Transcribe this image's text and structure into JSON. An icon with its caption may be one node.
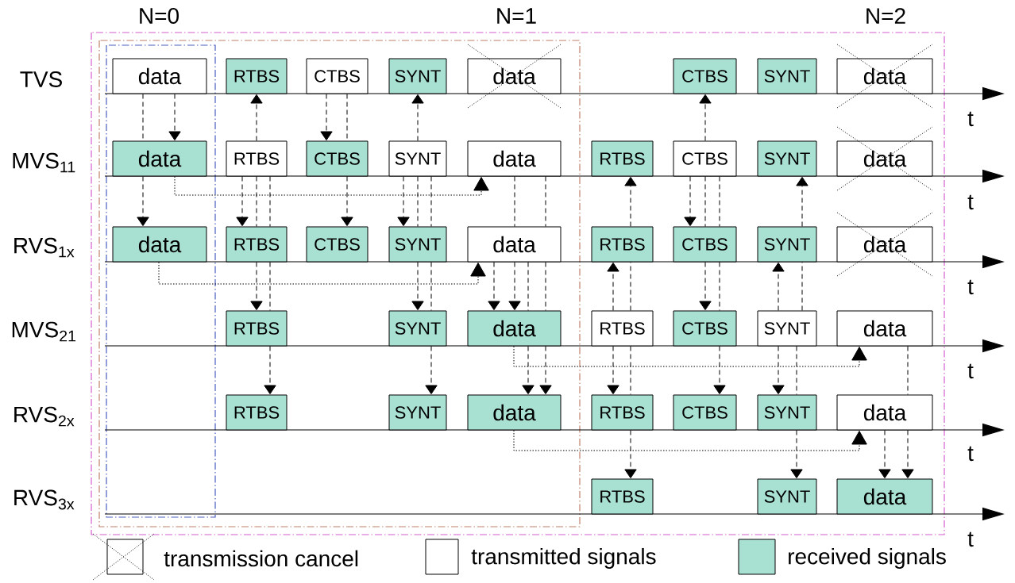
{
  "diagram": {
    "nodes": [
      {
        "text": [
          "data"
        ]
      },
      {
        "text": [
          "RTBS"
        ]
      },
      {
        "text": [
          "CTBS"
        ]
      },
      {
        "text": [
          "SYNT"
        ]
      },
      {
        "text": [
          "data"
        ]
      },
      {
        "text": [
          "CTBS"
        ]
      },
      {
        "text": [
          "SYNT"
        ]
      },
      {
        "text": [
          "data"
        ]
      },
      {
        "text": [
          "data"
        ]
      },
      {
        "text": [
          "RTBS"
        ]
      },
      {
        "text": [
          "CTBS"
        ]
      },
      {
        "text": [
          "SYNT"
        ]
      },
      {
        "text": [
          "data"
        ]
      },
      {
        "text": [
          "RTBS"
        ]
      },
      {
        "text": [
          "CTBS"
        ]
      },
      {
        "text": [
          "SYNT"
        ]
      },
      {
        "text": [
          "data"
        ]
      },
      {
        "text": [
          "data"
        ]
      },
      {
        "text": [
          "RTBS"
        ]
      },
      {
        "text": [
          "CTBS"
        ]
      },
      {
        "text": [
          "SYNT"
        ]
      },
      {
        "text": [
          "data"
        ]
      },
      {
        "text": [
          "RTBS"
        ]
      },
      {
        "text": [
          "CTBS"
        ]
      },
      {
        "text": [
          "SYNT"
        ]
      },
      {
        "text": [
          "data"
        ]
      },
      {
        "text": [
          "RTBS"
        ]
      },
      {
        "text": [
          "SYNT"
        ]
      },
      {
        "text": [
          "data"
        ]
      },
      {
        "text": [
          "RTBS"
        ]
      },
      {
        "text": [
          "CTBS"
        ]
      },
      {
        "text": [
          "SYNT"
        ]
      },
      {
        "text": [
          "data"
        ]
      },
      {
        "text": [
          "RTBS"
        ]
      },
      {
        "text": [
          "SYNT"
        ]
      },
      {
        "text": [
          "data"
        ]
      },
      {
        "text": [
          "RTBS"
        ]
      },
      {
        "text": [
          "CTBS"
        ]
      },
      {
        "text": [
          "SYNT"
        ]
      },
      {
        "text": [
          "data"
        ]
      },
      {
        "text": [
          "RTBS"
        ]
      },
      {
        "text": [
          "SYNT"
        ]
      },
      {
        "text": [
          "data"
        ]
      }
    ],
    "edges": [
      {
        "from": 0,
        "to": 8,
        "arrow": "to",
        "style": "dashed"
      },
      {
        "from": 0,
        "to": 8,
        "arrow": "none",
        "style": "dashed"
      },
      {
        "from": 8,
        "to": 17,
        "arrow": "to",
        "style": "dashed"
      },
      {
        "from": 9,
        "to": 1,
        "arrow": "to",
        "style": "dashed"
      },
      {
        "from": 9,
        "to": 18,
        "arrow": "to",
        "style": "dashed"
      },
      {
        "from": 9,
        "to": 18,
        "arrow": "none",
        "style": "dashed"
      },
      {
        "from": 18,
        "to": 26,
        "arrow": "to",
        "style": "dashed"
      },
      {
        "from": 9,
        "to": 18,
        "arrow": "none",
        "style": "dashed"
      },
      {
        "from": 18,
        "to": 26,
        "arrow": "none",
        "style": "dashed"
      },
      {
        "from": 26,
        "to": 33,
        "arrow": "to",
        "style": "dashed"
      },
      {
        "from": 2,
        "to": 10,
        "arrow": "to",
        "style": "dashed"
      },
      {
        "from": 2,
        "to": 10,
        "arrow": "none",
        "style": "dashed"
      },
      {
        "from": 10,
        "to": 19,
        "arrow": "to",
        "style": "dashed"
      },
      {
        "from": 11,
        "to": 3,
        "arrow": "to",
        "style": "dashed"
      },
      {
        "from": 11,
        "to": 20,
        "arrow": "to",
        "style": "dashed"
      },
      {
        "from": 11,
        "to": 20,
        "arrow": "none",
        "style": "dashed"
      },
      {
        "from": 20,
        "to": 27,
        "arrow": "to",
        "style": "dashed"
      },
      {
        "from": 11,
        "to": 20,
        "arrow": "none",
        "style": "dashed"
      },
      {
        "from": 20,
        "to": 27,
        "arrow": "none",
        "style": "dashed"
      },
      {
        "from": 27,
        "to": 34,
        "arrow": "to",
        "style": "dashed"
      },
      {
        "from": 12,
        "to": 21,
        "arrow": "none",
        "style": "dashed"
      },
      {
        "from": 21,
        "to": 28,
        "arrow": "to",
        "style": "dashed"
      },
      {
        "from": 12,
        "to": 21,
        "arrow": "none",
        "style": "dashed"
      },
      {
        "from": 21,
        "to": 28,
        "arrow": "none",
        "style": "dashed"
      },
      {
        "from": 28,
        "to": 35,
        "arrow": "to",
        "style": "dashed"
      },
      {
        "from": 21,
        "to": 28,
        "arrow": "to",
        "style": "dashed"
      },
      {
        "from": 21,
        "to": 28,
        "arrow": "none",
        "style": "dashed"
      },
      {
        "from": 28,
        "to": 35,
        "arrow": "to",
        "style": "dashed"
      },
      {
        "from": 8,
        "to": 12,
        "arrow": "to"
      },
      {
        "from": 17,
        "to": 21,
        "arrow": "to"
      },
      {
        "from": 28,
        "to": 32,
        "arrow": "to"
      },
      {
        "from": 35,
        "to": 39,
        "arrow": "to"
      },
      {
        "from": 14,
        "to": 5,
        "arrow": "to",
        "style": "dashed"
      },
      {
        "from": 22,
        "to": 13,
        "arrow": "to",
        "style": "dashed"
      },
      {
        "from": 29,
        "to": 22,
        "arrow": "none",
        "style": "dashed"
      },
      {
        "from": 29,
        "to": 22,
        "arrow": "to",
        "style": "dashed"
      },
      {
        "from": 24,
        "to": 15,
        "arrow": "to",
        "style": "dashed"
      },
      {
        "from": 31,
        "to": 24,
        "arrow": "none",
        "style": "dashed"
      },
      {
        "from": 31,
        "to": 24,
        "arrow": "to",
        "style": "dashed"
      },
      {
        "from": 14,
        "to": 23,
        "arrow": "to",
        "style": "dashed"
      },
      {
        "from": 14,
        "to": 23,
        "arrow": "none",
        "style": "dashed"
      },
      {
        "from": 23,
        "to": 30,
        "arrow": "to",
        "style": "dashed"
      },
      {
        "from": 14,
        "to": 23,
        "arrow": "none",
        "style": "dashed"
      },
      {
        "from": 23,
        "to": 30,
        "arrow": "none",
        "style": "dashed"
      },
      {
        "from": 30,
        "to": 37,
        "arrow": "to",
        "style": "dashed"
      },
      {
        "from": 29,
        "to": 36,
        "arrow": "to",
        "style": "dashed"
      },
      {
        "from": 29,
        "to": 36,
        "arrow": "none",
        "style": "dashed"
      },
      {
        "from": 36,
        "to": 40,
        "arrow": "to",
        "style": "dashed"
      },
      {
        "from": 31,
        "to": 38,
        "arrow": "to",
        "style": "dashed"
      },
      {
        "from": 31,
        "to": 38,
        "arrow": "none",
        "style": "dashed"
      },
      {
        "from": 38,
        "to": 41,
        "arrow": "to",
        "style": "dashed"
      },
      {
        "from": 32,
        "to": 39,
        "arrow": "none",
        "style": "dashed"
      },
      {
        "from": 39,
        "to": 42,
        "arrow": "to",
        "style": "dashed"
      },
      {
        "from": 39,
        "to": 42,
        "arrow": "to",
        "style": "dashed"
      }
    ],
    "labels": [
      "N=0",
      "N=1",
      "N=2",
      "TVS",
      "t",
      "MVS$_{11}$",
      "t",
      "RVS$_{1x}$",
      "t",
      "MVS$_{21}$",
      "t",
      "RVS$_{2x}$",
      "t",
      "RVS$_{3x}$",
      "t"
    ],
    "legend": [
      {
        "text": "transmission cancel"
      },
      {
        "text": "transmitted signals"
      },
      {
        "text": "received signals",
        "color": "#a8e0d2"
      }
    ]
  }
}
